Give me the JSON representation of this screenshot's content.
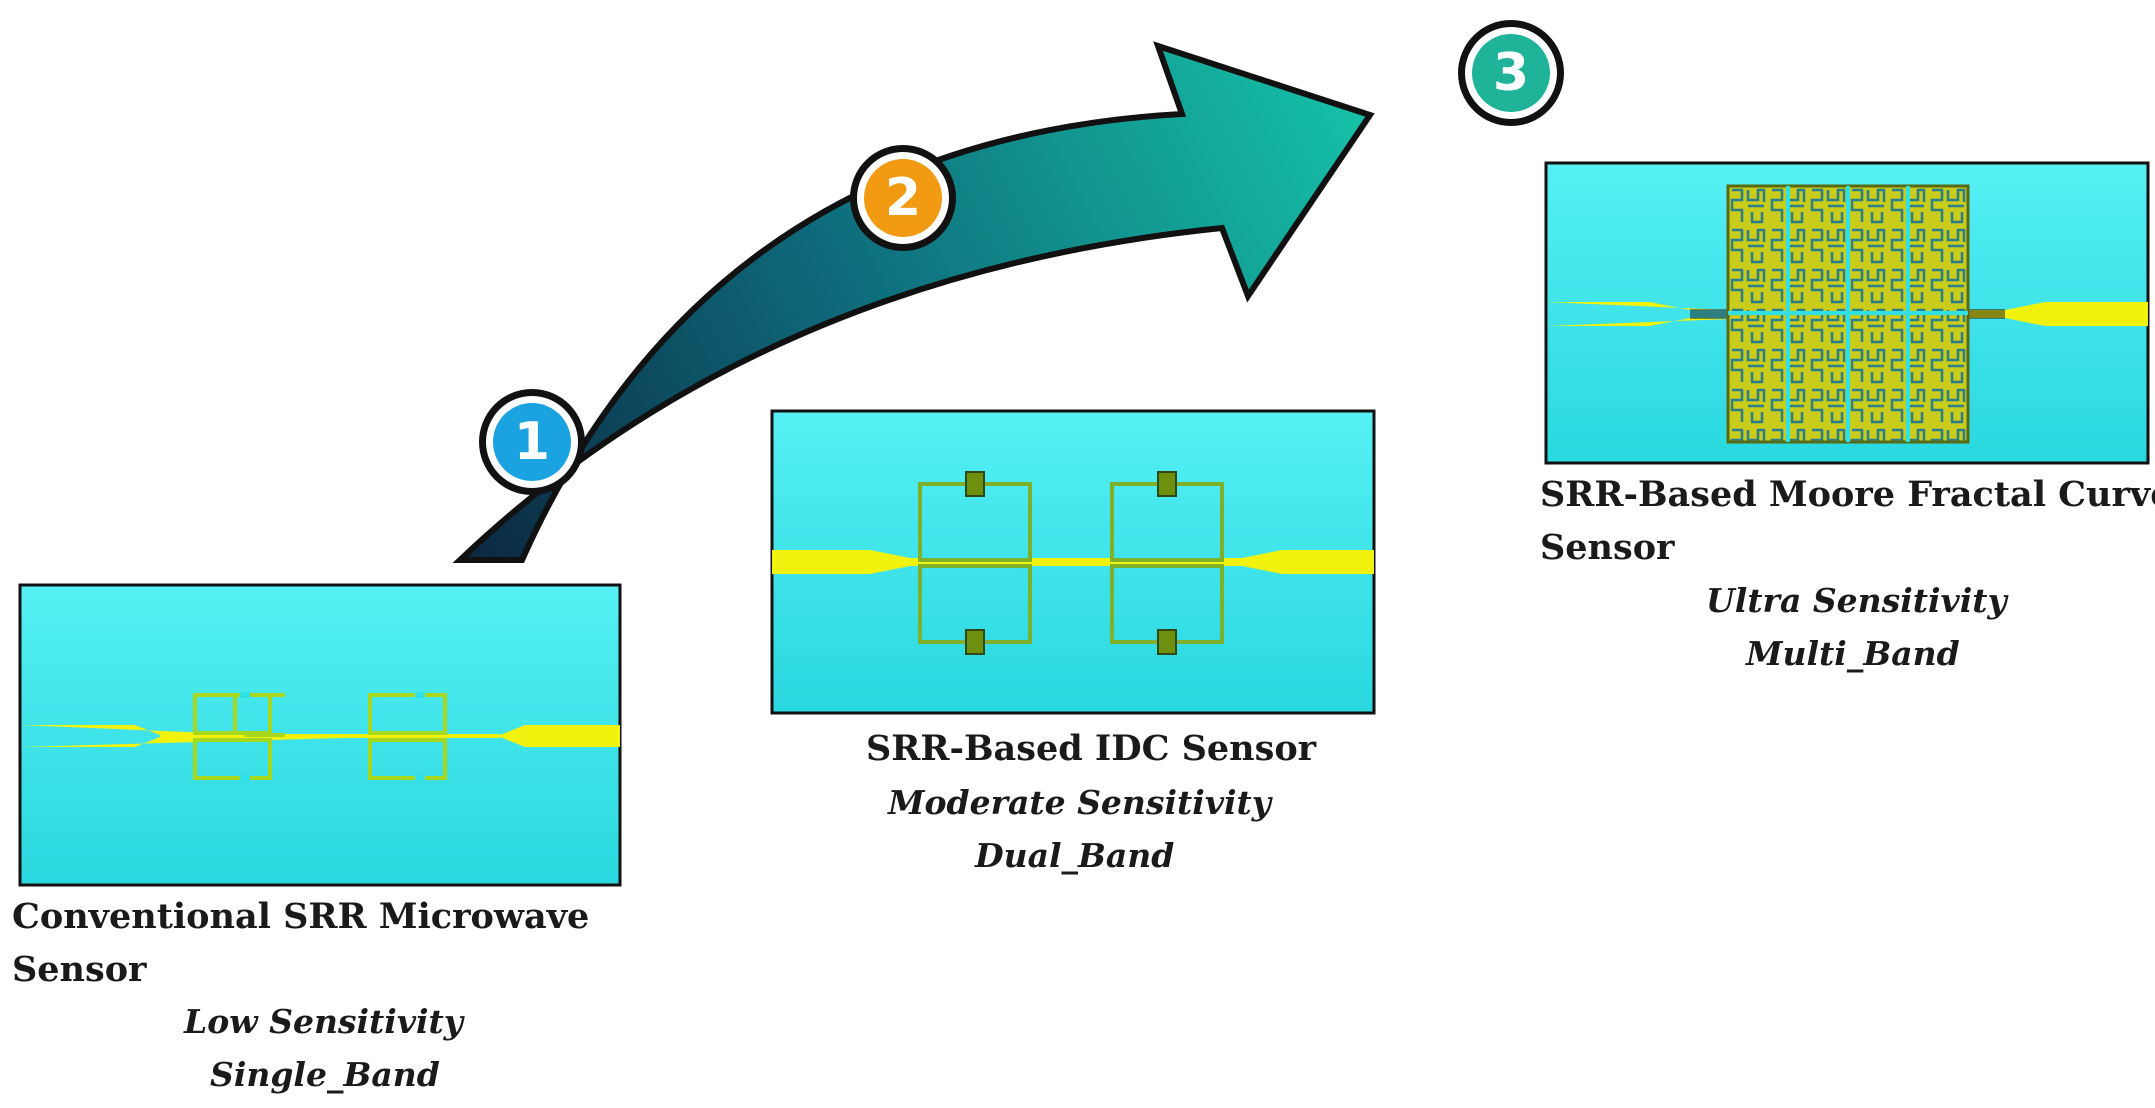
{
  "stages": [
    {
      "number": "1",
      "badge_color": "#1aa3e0",
      "title_lines": [
        "Conventional SRR Microwave",
        "Sensor"
      ],
      "sensitivity": "Low Sensitivity",
      "band": "Single_Band"
    },
    {
      "number": "2",
      "badge_color": "#f39a13",
      "title_lines": [
        "SRR-Based IDC Sensor"
      ],
      "sensitivity": "Moderate Sensitivity",
      "band": "Dual_Band"
    },
    {
      "number": "3",
      "badge_color": "#1fb39a",
      "title_lines": [
        "SRR-Based Moore Fractal Curve",
        "Sensor"
      ],
      "sensitivity": "Ultra Sensitivity",
      "band": "Multi_Band"
    }
  ],
  "colors": {
    "substrate": "#2fe0e6",
    "feedline": "#f2f20f",
    "resonator": "#a8d81e",
    "arrow_start": "#0b2740",
    "arrow_end": "#16c2a8"
  }
}
